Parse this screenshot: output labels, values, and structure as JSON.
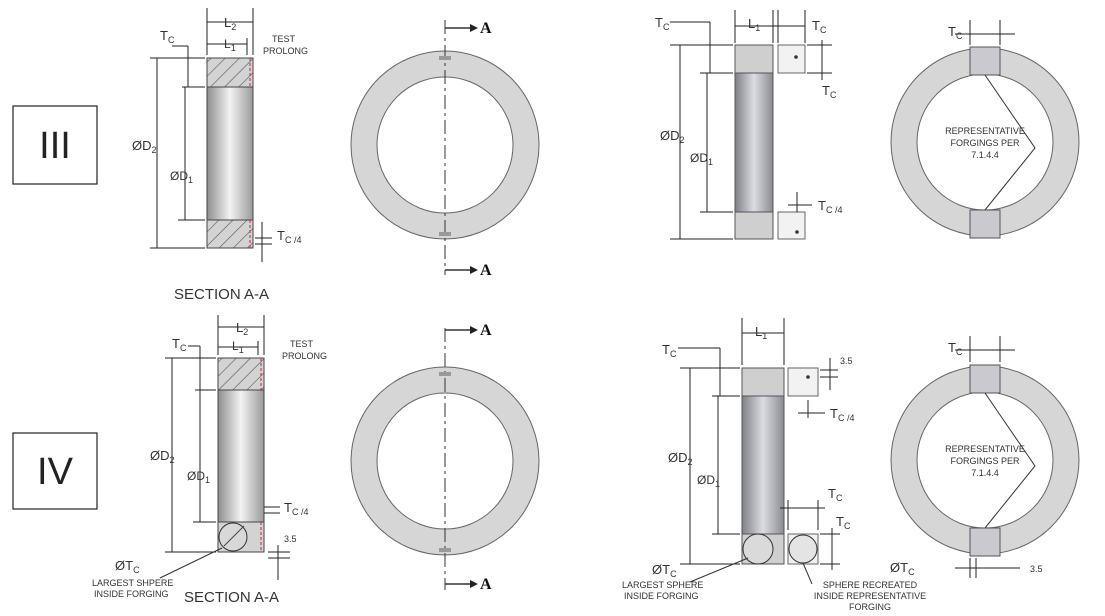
{
  "labels": {
    "row3": "III",
    "row4": "IV",
    "tc": "T",
    "tc_sub": "C",
    "l1": "L",
    "l1_sub": "1",
    "l2": "L",
    "l2_sub": "2",
    "d1": "ØD",
    "d1_sub": "1",
    "d2": "ØD",
    "d2_sub": "2",
    "tc4_sub": "C /4",
    "test": "TEST",
    "prolong": "PROLONG",
    "section": "SECTION A-A",
    "arrow_a": "A",
    "rep1": "REPRESENTATIVE",
    "rep2": "FORGINGS PER",
    "rep3": "7.1.4.4",
    "val_35": "3.5",
    "otc": "ØT",
    "otc_sub": "C",
    "largest_shpere": "LARGEST SHPERE",
    "largest_sphere": "LARGEST SPHERE",
    "inside_forging": "INSIDE FORGING",
    "recreated1": "SPHERE RECREATED",
    "recreated2": "INSIDE REPRESENTATIVE",
    "recreated3": "FORGING"
  }
}
